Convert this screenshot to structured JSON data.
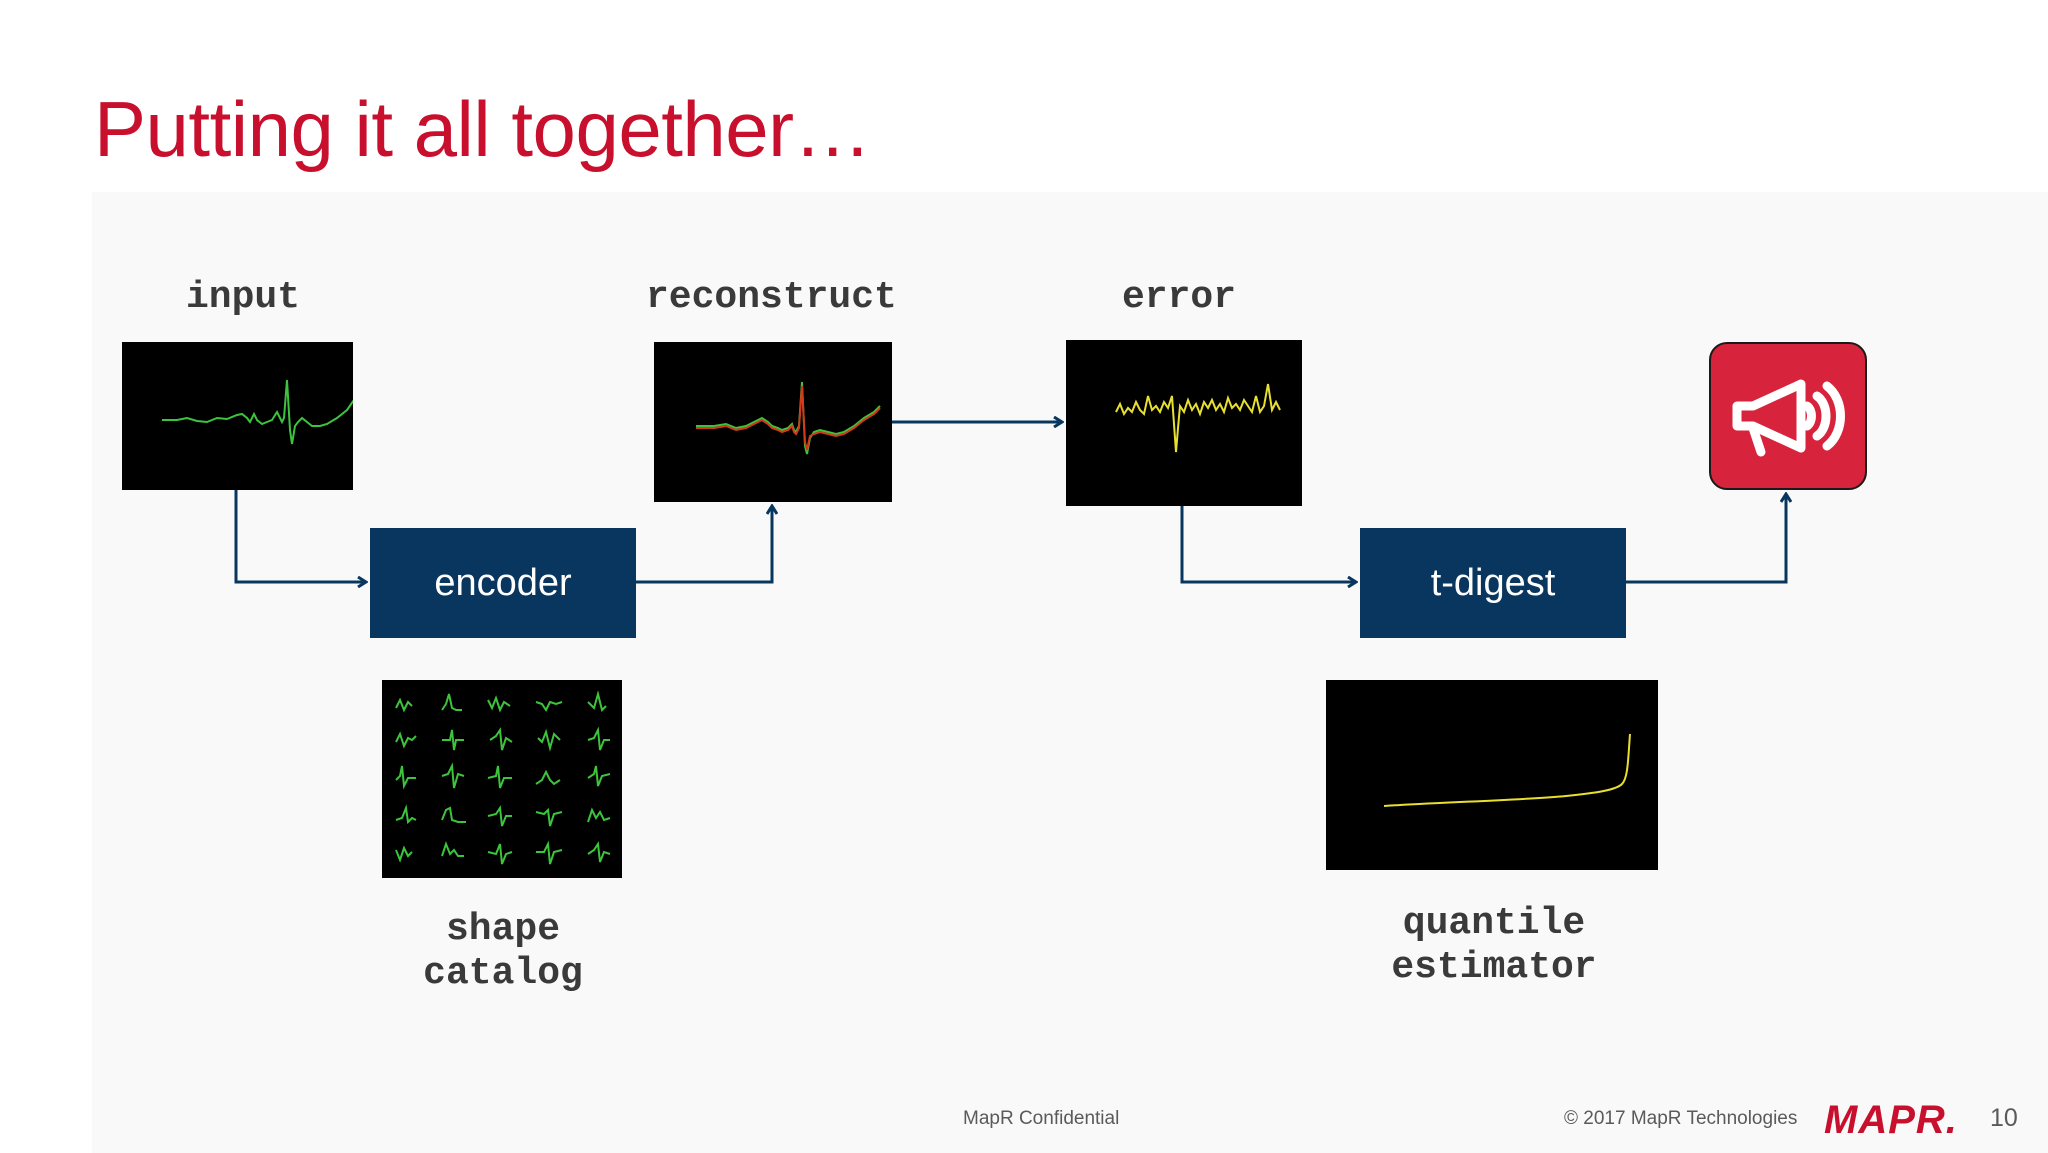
{
  "slide": {
    "title": "Putting it all together…"
  },
  "labels": {
    "input": "input",
    "reconstruct": "reconstruct",
    "error": "error",
    "shape_line1": "shape",
    "shape_line2": "catalog",
    "quantile_line1": "quantile",
    "quantile_line2": "estimator"
  },
  "boxes": {
    "encoder": "encoder",
    "tdigest": "t-digest"
  },
  "icons": {
    "alert": "megaphone-icon"
  },
  "footer": {
    "confidential": "MapR Confidential",
    "copyright": "© 2017 MapR Technologies",
    "logo": "MAPR.",
    "page": "10"
  },
  "colors": {
    "title": "#c8102e",
    "box": "#08365f",
    "alert": "#d7233b",
    "signal_green": "#3cc43c",
    "signal_yellow": "#e8e030",
    "signal_red": "#d23a1a"
  }
}
